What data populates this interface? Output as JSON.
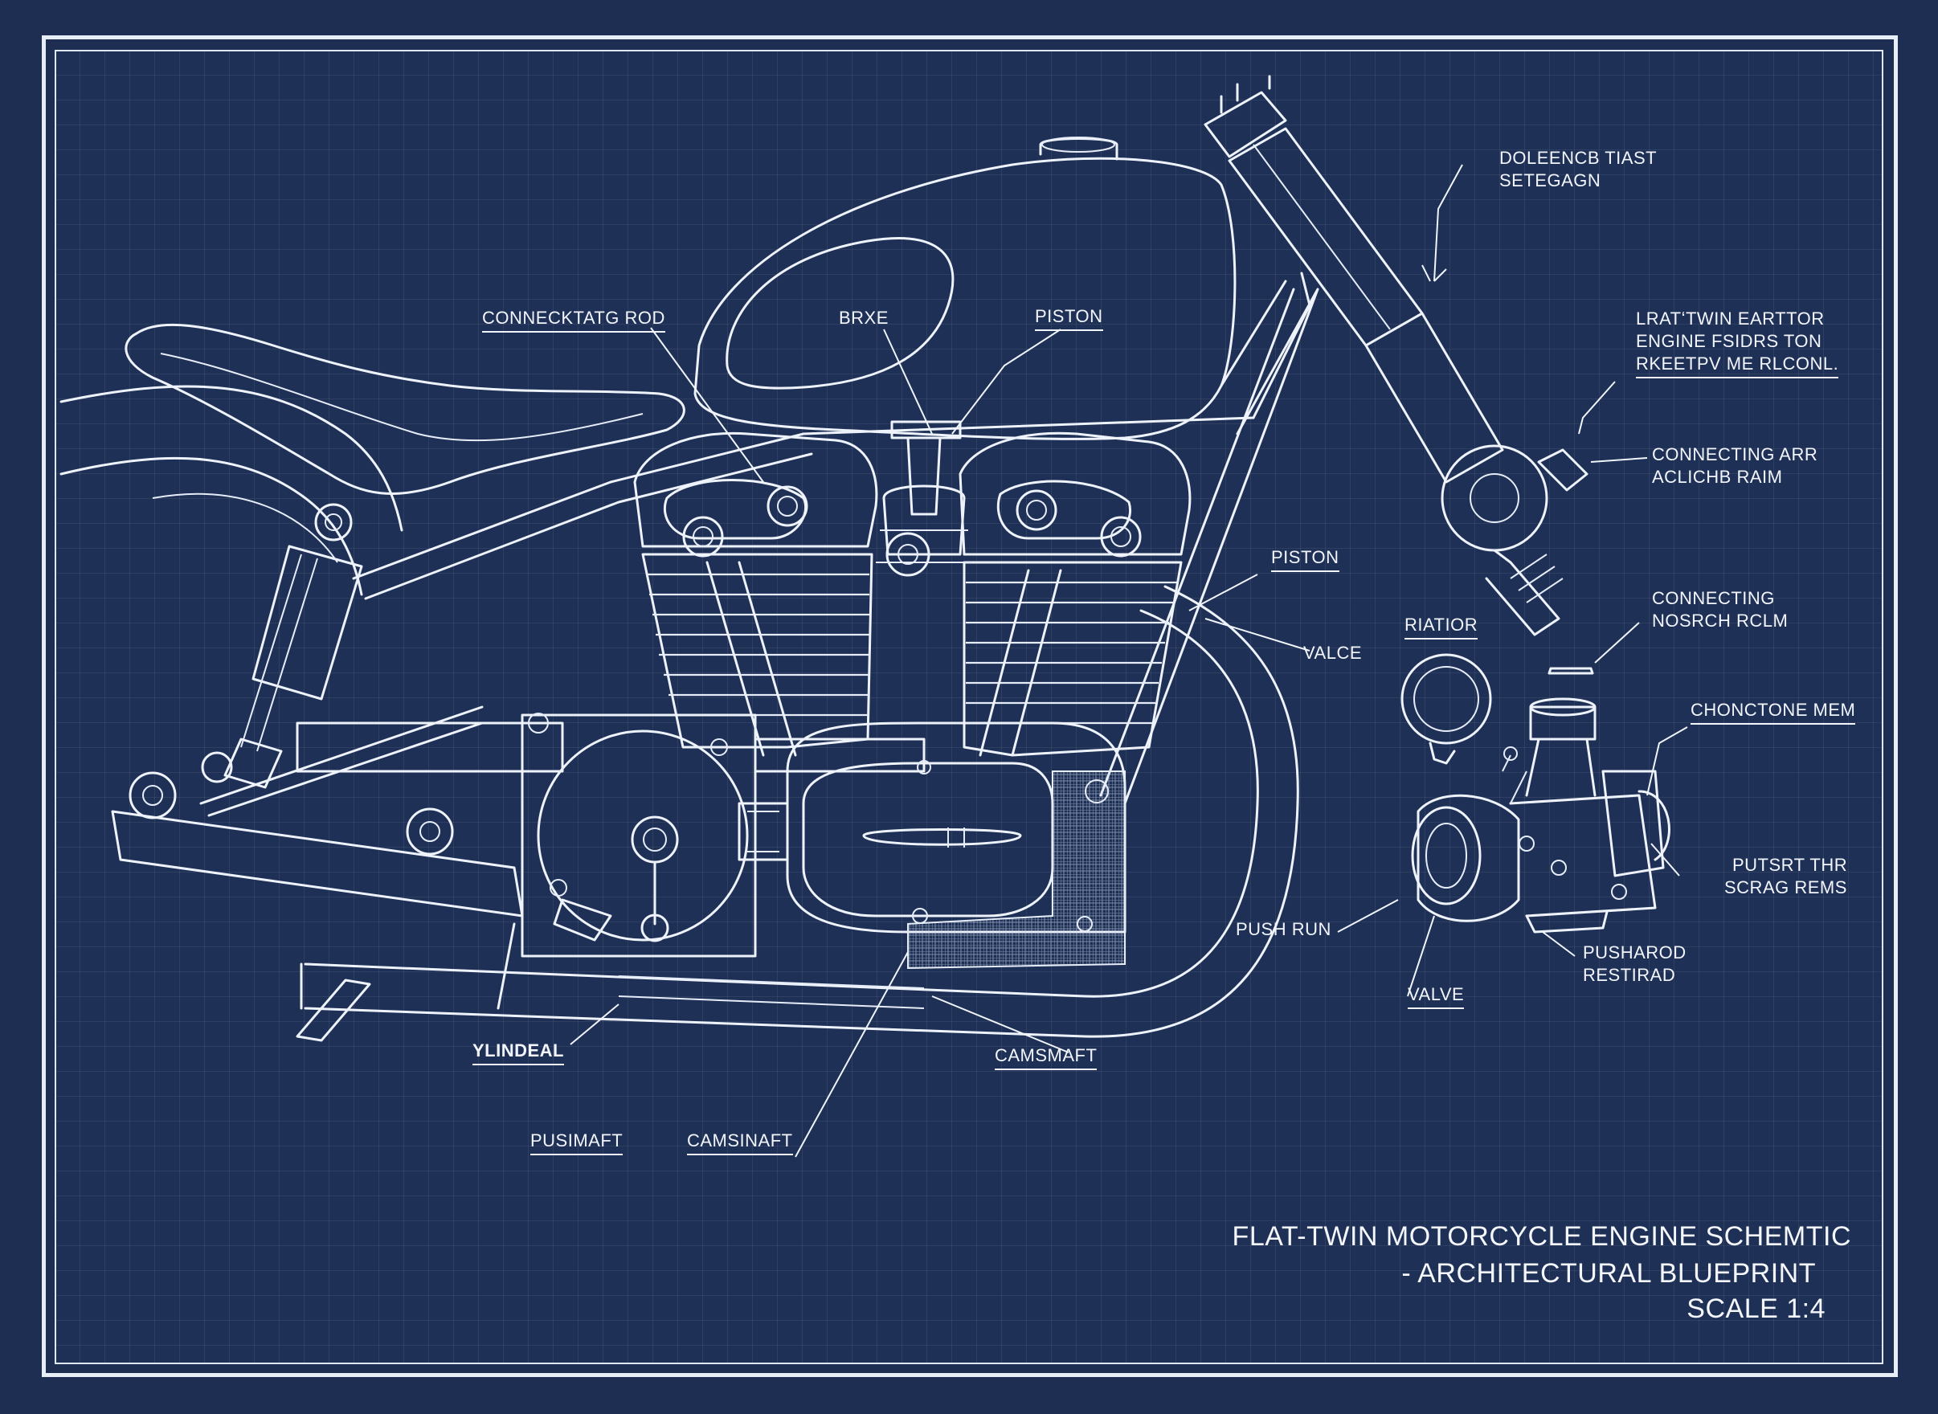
{
  "title": {
    "line1": "FLAT-TWIN MOTORCYCLE ENGINE SCHEMTIC",
    "line2": "- ARCHITECTURAL BLUEPRINT",
    "line3": "SCALE 1:4"
  },
  "labels": {
    "connecting_rod": "CONNECKTATG ROD",
    "brake": "BRXE",
    "piston_top": "PISTON",
    "doleencb_l1": "DOLEENCB TIAST",
    "doleencb_l2": "SETEGAGN",
    "flat_twin_l1": "LRATʻTWIN EARTTOR",
    "flat_twin_l2": "ENGINE FSIDRS TON",
    "flat_twin_l3": "RKEETPV ME RLCONL.",
    "connecting_arr_l1": "CONNECTING ARR",
    "connecting_arr_l2": "ACLICHB RAIM",
    "piston_mid": "PISTON",
    "valce": "VALCE",
    "riator": "RIATIOR",
    "connecting_l1": "CONNECTING",
    "connecting_l2": "NOSRCH RCLM",
    "chonctone": "CHONCTONE MEM",
    "putsrt_l1": "PUTSRT THR",
    "putsrt_l2": "SCRAG REMS",
    "push_run": "PUSH RUN",
    "pusharod_l1": "PUSHAROD",
    "pusharod_l2": "RESTIRAD",
    "valve": "VALVE",
    "cylinder": "YLINDEAL",
    "camshaft_right": "CAMSMAFT",
    "pushaft": "PUSIMAFT",
    "camshaft_bottom": "CAMSINAFT"
  },
  "colors": {
    "background": "#1e2e52",
    "line": "#eef3fb"
  }
}
